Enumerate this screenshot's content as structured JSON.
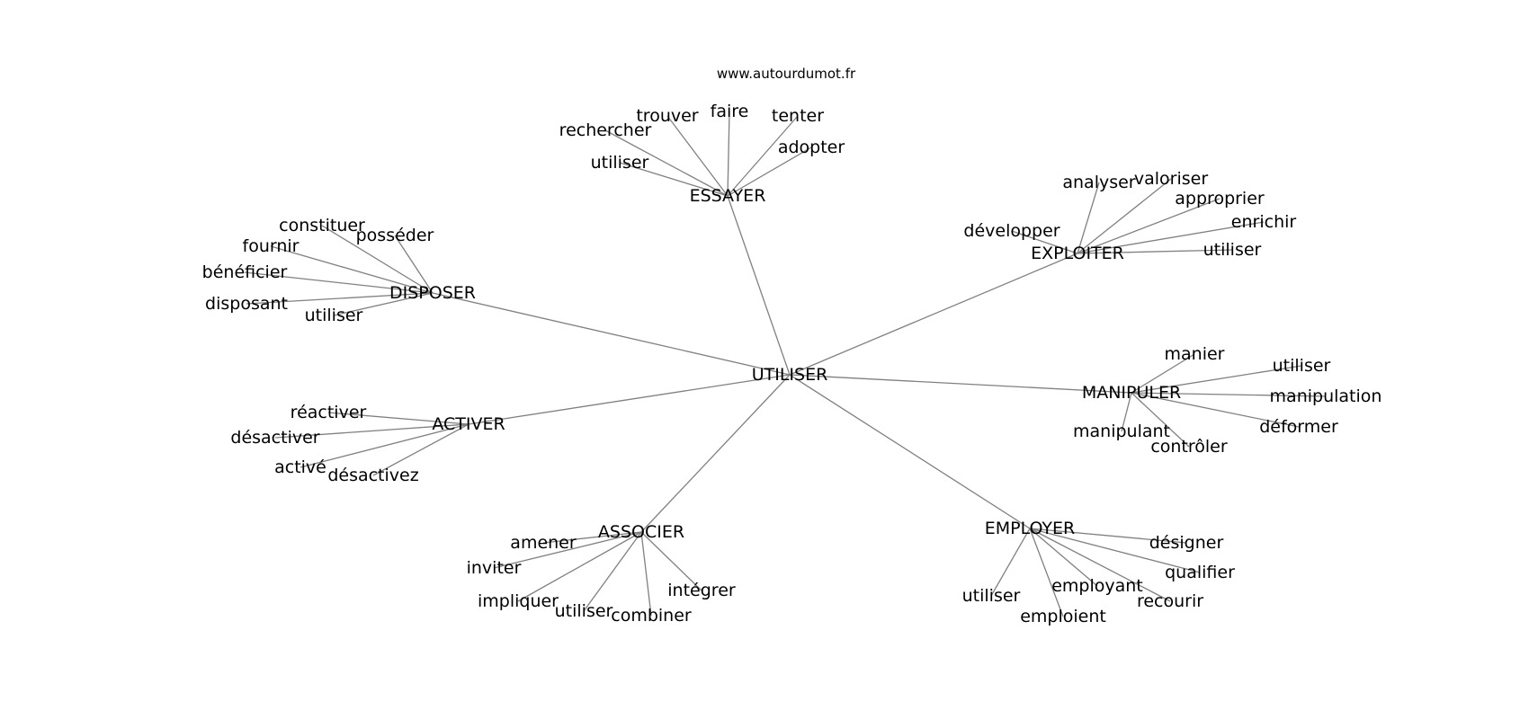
{
  "source": "www.autourdumot.fr",
  "center": "UTILISER",
  "groups": [
    {
      "label": "ESSAYER",
      "children": [
        "rechercher",
        "trouver",
        "faire",
        "tenter",
        "adopter",
        "utiliser"
      ]
    },
    {
      "label": "EXPLOITER",
      "children": [
        "analyser",
        "valoriser",
        "approprier",
        "enrichir",
        "utiliser",
        "développer"
      ]
    },
    {
      "label": "DISPOSER",
      "children": [
        "constituer",
        "posséder",
        "fournir",
        "bénéficier",
        "disposant",
        "utiliser"
      ]
    },
    {
      "label": "MANIPULER",
      "children": [
        "manier",
        "utiliser",
        "manipulation",
        "déformer",
        "contrôler",
        "manipulant"
      ]
    },
    {
      "label": "ACTIVER",
      "children": [
        "réactiver",
        "désactiver",
        "activé",
        "désactivez"
      ]
    },
    {
      "label": "ASSOCIER",
      "children": [
        "amener",
        "inviter",
        "impliquer",
        "utiliser",
        "combiner",
        "intégrer"
      ]
    },
    {
      "label": "EMPLOYER",
      "children": [
        "désigner",
        "qualifier",
        "recourir",
        "employant",
        "emploient",
        "utiliser"
      ]
    }
  ]
}
